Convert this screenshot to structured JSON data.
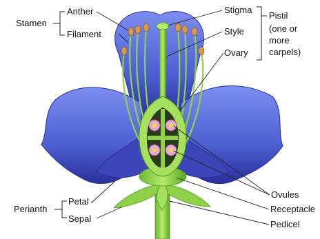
{
  "labels": {
    "stamen": "Stamen",
    "anther": "Anther",
    "filament": "Filament",
    "stigma": "Stigma",
    "style": "Style",
    "ovary": "Ovary",
    "pistil": "Pistil",
    "pistil_note_1": "(one or",
    "pistil_note_2": "more",
    "pistil_note_3": "carpels)",
    "perianth": "Perianth",
    "petal": "Petal",
    "sepal": "Sepal",
    "ovules": "Ovules",
    "receptacle": "Receptacle",
    "pedicel": "Pedicel"
  },
  "colors": {
    "petal": "#5b6fd8",
    "petal_dark": "#2a2f9a",
    "green": "#8fd24a",
    "green_dark": "#4e9a1e",
    "anther": "#d89a4a",
    "ovule": "#e8a6d0"
  }
}
